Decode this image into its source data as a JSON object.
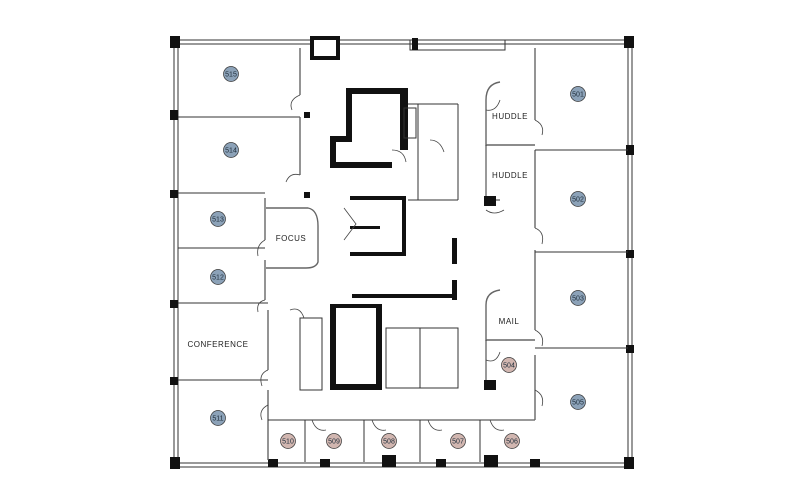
{
  "colors": {
    "office_badge": "#8ca2b8",
    "small_room_badge": "#d1b6b0",
    "wall": "#111111"
  },
  "room_labels": {
    "huddle_a": "HUDDLE",
    "huddle_b": "HUDDLE",
    "focus": "FOCUS",
    "mail": "MAIL",
    "conference": "CONFERENCE"
  },
  "room_numbers": {
    "r501": "501",
    "r502": "502",
    "r503": "503",
    "r504": "504",
    "r505": "505",
    "r506": "506",
    "r507": "507",
    "r508": "508",
    "r509": "509",
    "r510": "510",
    "r511": "511",
    "r512": "512",
    "r513": "513",
    "r514": "514",
    "r515": "515"
  }
}
